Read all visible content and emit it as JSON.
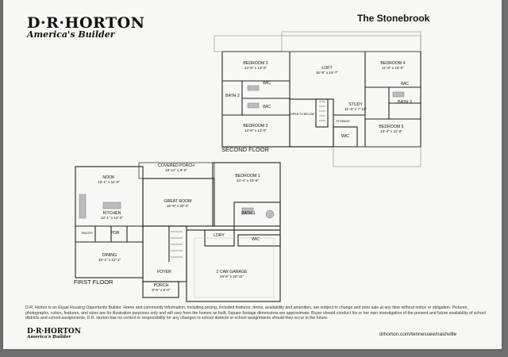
{
  "header": {
    "brand_name": "D·R·HORTON",
    "brand_tagline": "America's Builder",
    "plan_title": "The Stonebrook"
  },
  "floors": {
    "second_floor_label": "SECOND FLOOR",
    "first_floor_label": "FIRST FLOOR"
  },
  "second_floor_rooms": {
    "bedroom3": {
      "name": "BEDROOM 3",
      "dims": "14'-8\" x 13'-0\""
    },
    "loft": {
      "name": "LOFT",
      "dims": "16'-8\" x 16'-7\""
    },
    "bedroom4": {
      "name": "BEDROOM 4",
      "dims": "11'-8\" x 13'-0\""
    },
    "bath2": {
      "name": "BATH 2"
    },
    "wic_a": {
      "name": "WIC"
    },
    "wic_b": {
      "name": "WIC"
    },
    "wic_c": {
      "name": "WIC"
    },
    "bath3": {
      "name": "BATH 3"
    },
    "study": {
      "name": "STUDY",
      "dims": "11'-3\" x 7'-11\""
    },
    "bedroom2": {
      "name": "BEDROOM 2",
      "dims": "14'-8\" x 13'-0\""
    },
    "open_below": {
      "name": "OPEN TO BELOW"
    },
    "storage": {
      "name": "STORAGE"
    },
    "wic_d": {
      "name": "WIC"
    },
    "bedroom5": {
      "name": "BEDROOM 5",
      "dims": "13'-4\" x 11'-8\""
    }
  },
  "first_floor_rooms": {
    "covered_porch": {
      "name": "COVERED PORCH",
      "dims": "16'-11\" x 8'-0\""
    },
    "nook": {
      "name": "NOOK",
      "dims": "13'-1\" x 11'-0\""
    },
    "bedroom1": {
      "name": "BEDROOM 1",
      "dims": "13'-4\" x 15'-6\""
    },
    "great_room": {
      "name": "GREAT ROOM",
      "dims": "15'-8\" x 20'-0\""
    },
    "kitchen": {
      "name": "KITCHEN",
      "dims": "13'-1\" x 14'-0\""
    },
    "bath1": {
      "name": "BATH 1"
    },
    "pantry": {
      "name": "PANTRY"
    },
    "pdr": {
      "name": "PDR"
    },
    "ldry": {
      "name": "LDRY"
    },
    "wic": {
      "name": "WIC"
    },
    "dining": {
      "name": "DINING",
      "dims": "15'-1\" x 12'-1\""
    },
    "foyer": {
      "name": "FOYER"
    },
    "garage": {
      "name": "2 CAR GARAGE",
      "dims": "19'-8\" x 20'-11\""
    },
    "porch": {
      "name": "PORCH",
      "dims": "9'-6\" x 5'-0\""
    }
  },
  "footer": {
    "disclaimer": "D.R. Horton is an Equal Housing Opportunity Builder. Home and community information, including pricing, included features, terms, availability and amenities, are subject to change and prior sale at any time without notice or obligation. Pictures, photographs, colors, features, and sizes are for illustration purposes only and will vary from the homes as built. Square footage dimensions are approximate. Buyer should conduct his or her own investigation of the present and future availability of school districts and school assignments. D.R. Horton has no control or responsibility for any changes to school districts or school assignments should they occur in the future.",
    "brand_name": "D·R·HORTON",
    "brand_tagline": "America's Builder",
    "url": "drhorton.com/tennessee/nashville"
  }
}
